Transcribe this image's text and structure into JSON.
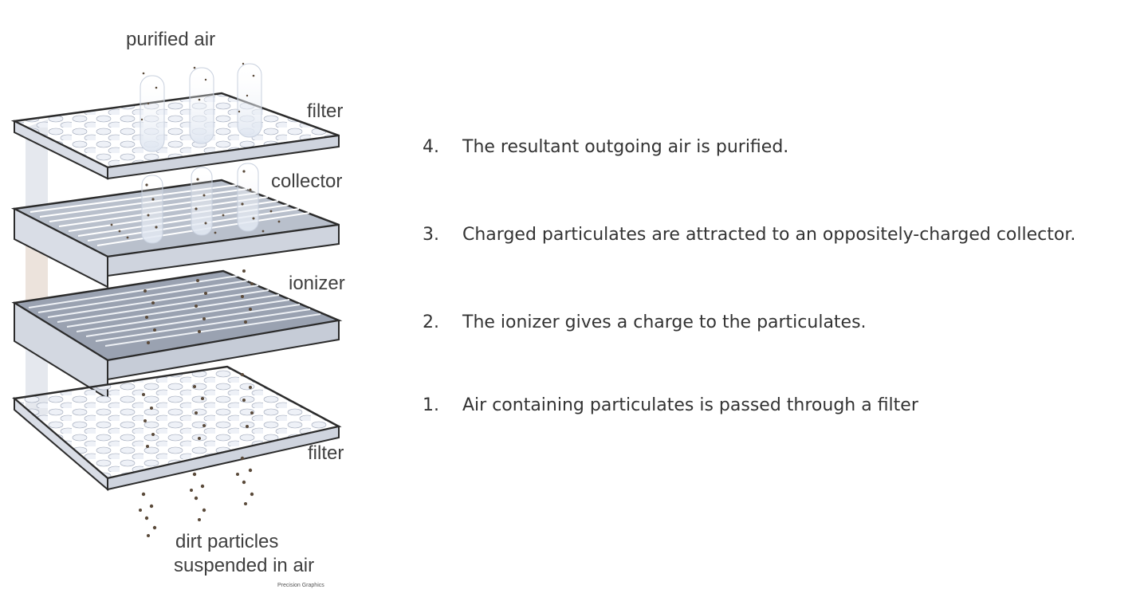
{
  "diagram": {
    "labels": {
      "purified_air": "purified air",
      "filter_top": "filter",
      "collector": "collector",
      "ionizer": "ionizer",
      "filter_bottom": "filter",
      "dirt_line1": "dirt particles",
      "dirt_line2": "suspended in air",
      "credit": "Precision Graphics"
    },
    "colors": {
      "frame": "#2b2b2b",
      "plate_fill": "#c7cedd",
      "hole_fill": "#e8ecf4",
      "back_panel": "#e3e6ec",
      "particle": "#5a4a3a",
      "air_column": "#eef2f8"
    }
  },
  "steps": [
    {
      "number": "4.",
      "text": "The resultant outgoing air is purified."
    },
    {
      "number": "3.",
      "text": "Charged particulates are attracted to an oppositely-charged collector."
    },
    {
      "number": "2.",
      "text": "The ionizer gives a charge to the particulates."
    },
    {
      "number": "1.",
      "text": "Air containing particulates is passed through a filter"
    }
  ]
}
